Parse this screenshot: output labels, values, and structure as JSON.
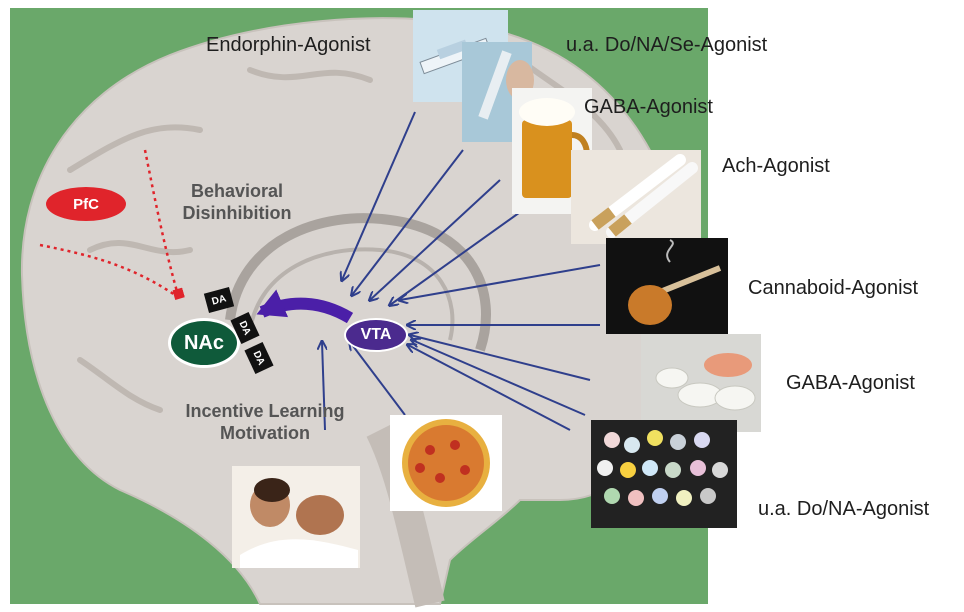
{
  "diagram": {
    "nodes": {
      "pfc": "PfC",
      "nac": "NAc",
      "vta": "VTA",
      "da": [
        "DA",
        "DA",
        "DA"
      ]
    },
    "region_labels": {
      "behavioral": [
        "Behavioral",
        "Disinhibition"
      ],
      "incentive": [
        "Incentive Learning",
        "Motivation"
      ]
    },
    "agonist_labels": {
      "endorphin": "Endorphin-Agonist",
      "do_na_se": "u.a. Do/NA/Se-Agonist",
      "gaba_top": "GABA-Agonist",
      "ach": "Ach-Agonist",
      "cannaboid": "Cannaboid-Agonist",
      "gaba_bottom": "GABA-Agonist",
      "do_na": "u.a. Do/NA-Agonist"
    },
    "photos": {
      "syringe": "syringe-photo",
      "snorting": "snorting-photo",
      "beer": "beer-mug-photo",
      "cigarettes": "cigarettes-photo",
      "joint": "joint-photo",
      "pills": "pills-photo",
      "ecstasy": "ecstasy-tablets-photo",
      "pizza": "pizza-photo",
      "couple": "couple-photo"
    },
    "colors": {
      "background": "#6aa86a",
      "pfc": "#e0242b",
      "nac": "#0f5a3a",
      "vta": "#4b2a8e",
      "arrows": "#2f3f8c",
      "da_arrow": "#4b1fa8"
    }
  }
}
